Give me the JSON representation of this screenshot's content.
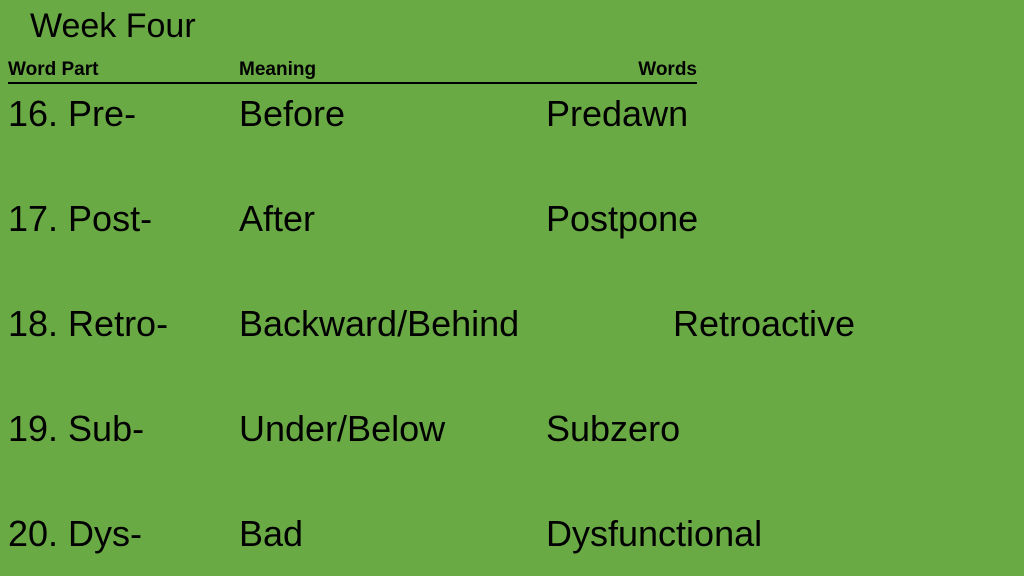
{
  "slide": {
    "title": "Week Four",
    "headers": {
      "part": "Word Part",
      "meaning": "Meaning",
      "words": "Words"
    },
    "rows": [
      {
        "part": "16. Pre-",
        "meaning": "Before",
        "word": "Predawn"
      },
      {
        "part": "17. Post-",
        "meaning": "After",
        "word": "Postpone"
      },
      {
        "part": "18. Retro-",
        "meaning": "Backward/Behind",
        "word": "Retroactive"
      },
      {
        "part": "19. Sub-",
        "meaning": "Under/Below",
        "word": "Subzero"
      },
      {
        "part": "20. Dys-",
        "meaning": "Bad",
        "word": "Dysfunctional"
      }
    ]
  },
  "colors": {
    "background": "#6aaa45",
    "text": "#000000"
  }
}
